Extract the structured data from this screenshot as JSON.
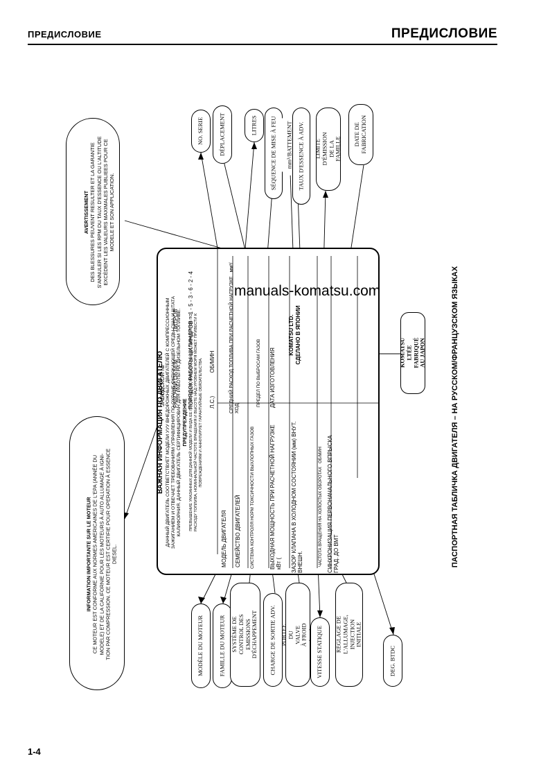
{
  "header": {
    "left": "ПРЕДИСЛОВИЕ",
    "right": "ПРЕДИСЛОВИЕ"
  },
  "page_number": "1-4",
  "watermark": "manuals-komatsu.com",
  "caption": "ПАСПОРТНАЯ ТАБЛИЧКА ДВИГАТЕЛЯ – НА РУССКОМ/ФРАНЦУЗСКОМ ЯЗЫКАХ",
  "warning_box": {
    "title": "AVERTISSEMENT",
    "lines": [
      "DES BLESSURES PEUVENT RESULTER ET LA GARANTIE",
      "S'ANNULER SI LES RPM DU TAUX D'ESSENCE OU L'ALTITUDE",
      "EXCÈDENT LES VALEURS MAXIMALES PUBLIEES POUR CE",
      "MODELE ET SON APPLICATION."
    ]
  },
  "info_box": {
    "title": "INFORMATION IMPORTANTE SUR LE MOTEUR",
    "lines": [
      "CE MOTEUR EST CONFORME AUX NORMES AMERICAINES DE L'EPA (ANNÉE DU",
      "MODELE) ET DE LA CALIFORNIE POUR LES MOTEURS À AUTO ALLUMAGE À IGNI-",
      "TION PAR COMPRESSION. CE MOTEUR EST CERTIFIE POUR OPERATION À ESSENCE",
      "DIESEL."
    ]
  },
  "top_labels": [
    "NO. SERIE",
    "DÉPLACEMENT",
    "LITRES",
    "SÉQUENCE DE MISE À FEU",
    "mm³/BATTEMENT",
    "TAUX D'ESSENCE À ADV.",
    "LIMITE D'ÉMISSION DE LA FAMILLE",
    "DATE DE FABRICATION"
  ],
  "bottom_labels": [
    "MODÈLE DU MOTEUR",
    "FAMILLE DU MOTEUR",
    "SYSTÈME DE CONTROL DES EMISSIONS D'ÉCHAPPEMENT",
    "CHARGE DE SORTIE ADV.",
    "PORTEE DU VALVE À FROID (mm)",
    "VITESSE STATIQUE",
    "RÉGLAGE DE L'ALLUMAGE, INJECTION INITIALE",
    "DEG. BTDC"
  ],
  "komatsu_label": "KOMATSU LTÉE FABRIQUÉ AU JAPON",
  "plate": {
    "title": "ВАЖНАЯ ИНФОРМАЦИЯ ПО ДВИГАТЕЛЮ",
    "intro": [
      "ДАННЫЙ ДВИГАТЕЛЬ СООТВЕТСТВУЕТ МОДЕЛИ УУУ ВНЕДОРОЖНЫХ ДВИГАТЕЛЕЙ С КОМПРЕССИОННЫМ",
      "ЗАЖИГАНИЕМ И ОТВЕЧАЕТ ТРЕБОВАНИЯМ УПРАВЛЕНИЯ ПО ОХРАНЕ ОКРУЖАЮЩЕЙ СРЕДЫ США И ШТАТА",
      "КАЛИФОРНИЯ. ДАННЫЙ ДВИГАТЕЛЬ СЕРТИФИЦИРОВАН ДЛЯ РАБОТЫ НА ДИЗЕЛЬНОМ ТОПЛИВЕ."
    ],
    "warning_title": "ПРЕДУПРЕЖДЕНИЕ",
    "warning_text": [
      "ПРЕВЫШЕНИЕ УКАЗАННЫХ ДЛЯ ДАННОЙ МОДЕЛИ И ВИДА ЕЕ ПРИМЕНЕНИЯ МАКСИМАЛЬНЫХ ПАРАМЕТРОВ ПО",
      "РАСХОДУ ТОПЛИВА, НОМИНАЛЬНОЙ ЧАСТОТЕ ВРАЩЕНИЯ И ВЫСОТЕ НАД УРОВНЕМ МОРЯ МОЖЕТ ПРИВЕСТИ К",
      "ПОВРЕЖДЕНИЯМ И АННУЛИРУЕТ ГАРАНТИЙНЫЕ ОБЯЗАТЕЛЬСТВА."
    ],
    "rows": [
      {
        "left": "МОДЕЛЬ ДВИГАТЕЛЯ",
        "right": "ЗАВОДСКОЙ №"
      },
      {
        "left": "СЕМЕЙСТВО ДВИГАТЕЛЕЙ",
        "right": "РАБОЧИЙ ОБЪЕМ",
        "right_value": "ЛИТРОВ"
      },
      {
        "left": "СИСТЕМА КОНТРОЛЯ НОРМ ТОКСИЧНОСТИ ВЫХЛОПНЫХ ГАЗОВ",
        "right": "ПОРЯДОК РАБОТЫ ЦИЛИНДРОВ",
        "right_value": "1 - 5 - 3 - 6 - 2 - 4"
      },
      {
        "left": "ВЫХОДНАЯ МОЩНОСТЬ ПРИ РАСЧЕТНОЙ НАГРУЗКЕ",
        "left_unit": "кВт  (",
        "right": "Л.С.)",
        "right_value": "ОБ/МИН"
      },
      {
        "left": "ЗАЗОР КЛАПАНА В ХОЛОДНОМ СОСТОЯНИИ (мм)",
        "left_unit": "ВНУТ.  ВНЕШН.",
        "right": "СРЕДНИЙ РАСХОД ТОПЛИВА ПРИ РАСЧЕТНОЙ НАГРУЗКЕ",
        "right_value": "мм³/ХОД"
      },
      {
        "left": "ЧАСТОТА ВРАЩЕНИЯ НА ХОЛОСТЫХ ОБОРОТАХ",
        "left_unit": "ОБ/МИН",
        "right": "ПРЕДЕЛ ПО ВЫБРОСАМ ГАЗОВ"
      },
      {
        "left": "СИНХРОНИЗАЦИЯ ПЕРВОНАЧАЛЬНОГО ВПРЫСКА",
        "left_unit": "ГРАД. ДО ВМТ",
        "right": "ДАТА ИЗГОТОВЛЕНИЯ"
      }
    ],
    "footer": [
      "KOMATSU LTD.",
      "СДЕЛАНО В ЯПОНИИ"
    ]
  }
}
